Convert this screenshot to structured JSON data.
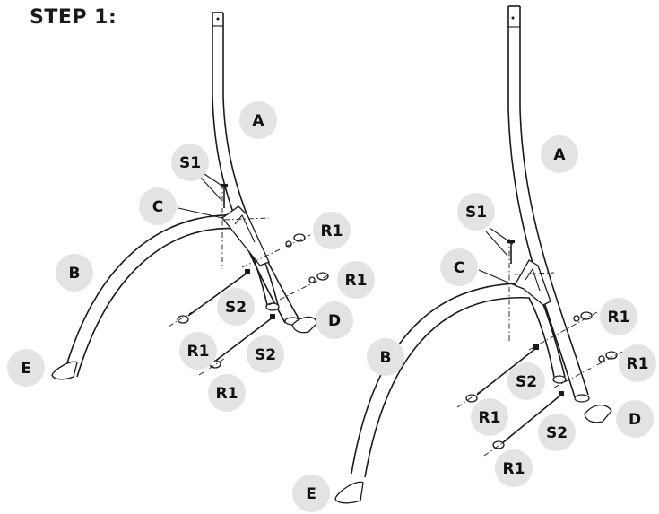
{
  "title": "STEP 1:",
  "colors": {
    "badge": "#e3e3e3",
    "ink": "#1a1a1a",
    "background": "#ffffff"
  },
  "left_view": {
    "labels": {
      "a": "A",
      "b": "B",
      "c": "C",
      "d": "D",
      "e": "E",
      "s1": "S1",
      "r1_top": "R1",
      "r1_mid": "R1",
      "s2_top": "S2",
      "r1_low": "R1",
      "s2_low": "S2",
      "r1_bottom": "R1"
    }
  },
  "right_view": {
    "labels": {
      "a": "A",
      "b": "B",
      "c": "C",
      "d": "D",
      "e": "E",
      "s1": "S1",
      "r1_top": "R1",
      "r1_mid": "R1",
      "s2_top": "S2",
      "r1_low": "R1",
      "s2_low": "S2",
      "r1_bottom": "R1"
    }
  }
}
